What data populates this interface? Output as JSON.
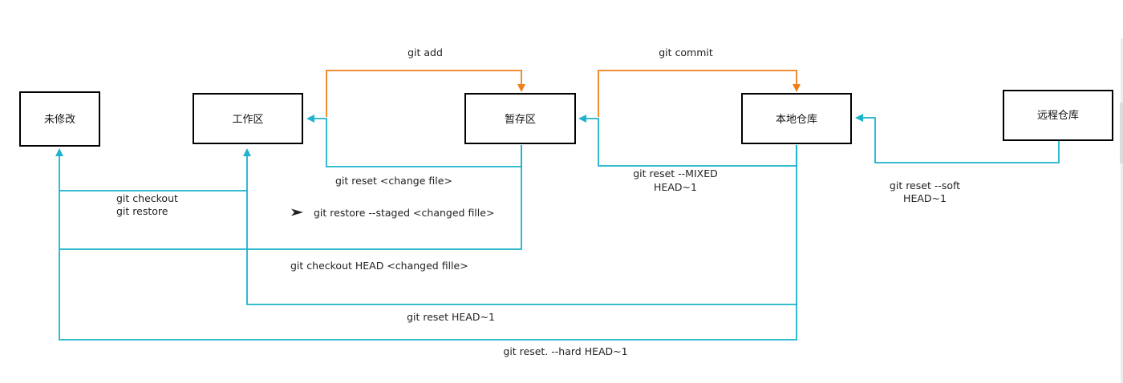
{
  "nodes": {
    "unmodified": "未修改",
    "workspace": "工作区",
    "staging": "暂存区",
    "local_repo": "本地仓库",
    "remote_repo": "远程仓库"
  },
  "edges": {
    "git_add": "git add",
    "git_commit": "git commit",
    "reset_change_file": "git reset <change file>",
    "reset_mixed_1": "git reset --MIXED",
    "reset_mixed_2": "HEAD~1",
    "reset_soft_1": "git reset --soft",
    "reset_soft_2": "HEAD~1",
    "checkout_1": "git checkout",
    "checkout_2": "git restore",
    "restore_staged": "git restore --staged <changed fille>",
    "checkout_head": "git checkout HEAD <changed fille>",
    "reset_head": "git reset HEAD~1",
    "reset_hard": "git reset. --hard HEAD~1"
  },
  "colors": {
    "restore_arrow": "#1cb3cc",
    "forward_arrow": "#f07f1a",
    "box_border": "#000000"
  },
  "icons": {
    "bullet": "right-pointer-icon"
  }
}
